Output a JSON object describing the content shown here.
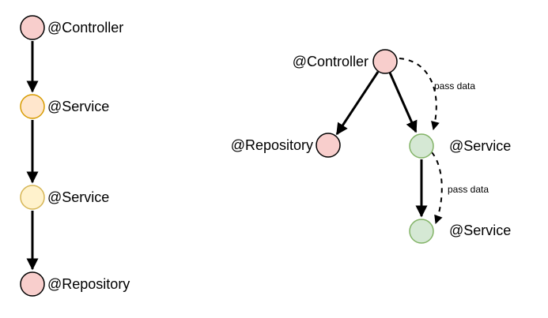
{
  "diagram": {
    "description": "Spring annotation dependency diagrams",
    "left_chain": {
      "nodes": [
        {
          "id": "controller",
          "label": "@Controller",
          "color": "pink"
        },
        {
          "id": "service-1",
          "label": "@Service",
          "color": "orange"
        },
        {
          "id": "service-2",
          "label": "@Service",
          "color": "yellow"
        },
        {
          "id": "repository",
          "label": "@Repository",
          "color": "pink"
        }
      ]
    },
    "right_tree": {
      "controller_label": "@Controller",
      "repository_label": "@Repository",
      "service1_label": "@Service",
      "service2_label": "@Service",
      "edge_label_controller_service": "pass data",
      "edge_label_service_service": "pass data"
    }
  },
  "colors": {
    "pink_fill": "#f8cecc",
    "pink_stroke": "#000000",
    "orange_fill": "#ffe6cc",
    "orange_stroke": "#d79b00",
    "yellow_fill": "#fff2cc",
    "yellow_stroke": "#d6b656",
    "green_fill": "#d5e8d4",
    "green_stroke": "#82b366",
    "edge": "#000000",
    "background": "#ffffff"
  }
}
